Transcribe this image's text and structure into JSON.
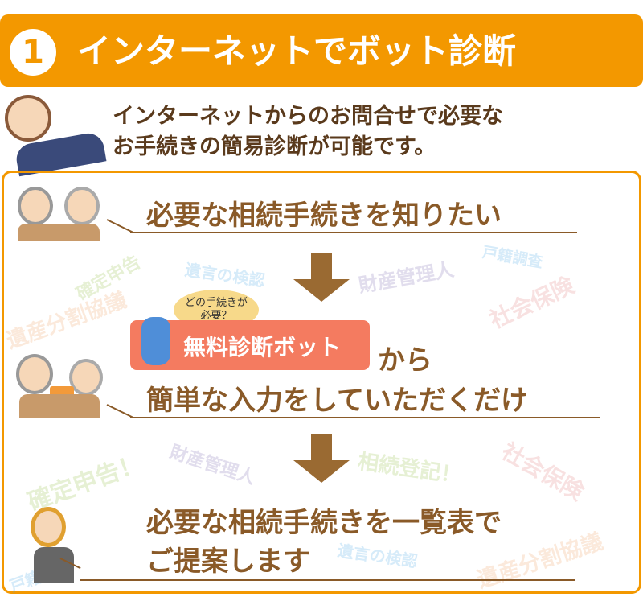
{
  "header": {
    "number": "1",
    "title": "インターネットでボット診断"
  },
  "intro": [
    "インターネットからのお問合せで必要な",
    "お手続きの簡易診断が可能です。"
  ],
  "steps": {
    "step1": "必要な相続手続きを知りたい",
    "bot_label": "無料診断ボット",
    "bot_bubble_1": "どの手続きが",
    "bot_bubble_2": "必要？",
    "kara": "から",
    "step2": "簡単な入力をしていただくだけ",
    "step3_1": "必要な相続手続きを一覧表で",
    "step3_2": "ご提案します"
  },
  "background_words": [
    "確定申告",
    "遺言の検認",
    "財産管理人",
    "戸籍調査",
    "遺産分割協議",
    "社会保険",
    "確定申告！",
    "財産管理人",
    "相続登記！",
    "社会保険",
    "戸籍調査",
    "遺言の検認",
    "遺産分割協議"
  ],
  "colors": {
    "accent": "#f39800",
    "brown": "#8a5a28",
    "bot": "#f47b60"
  }
}
